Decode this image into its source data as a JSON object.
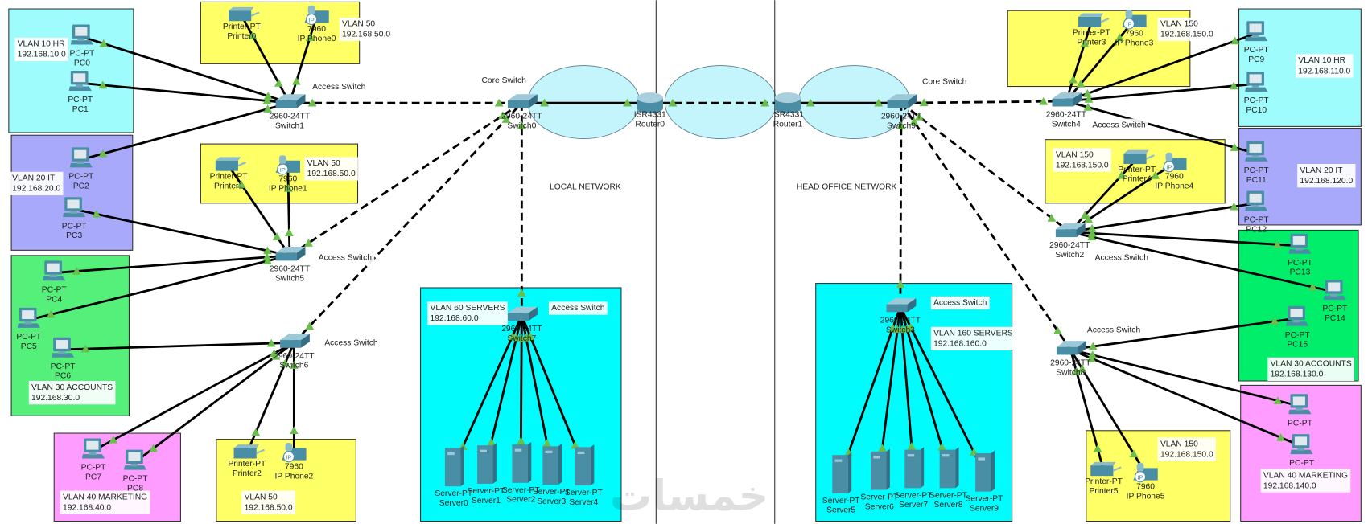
{
  "colors": {
    "hr": "#9ffcfc",
    "it": "#a9a9fc",
    "accounts_left": "#55f07a",
    "accounts_right": "#00ee6a",
    "marketing": "#ff9cff",
    "voice": "#ffff66",
    "servers": "#00fcfc",
    "cloud": "#c4f4fc",
    "device": "#4a8ea6",
    "link_marker": "#6abf4b"
  },
  "watermark": "خمسات",
  "devices": [
    {
      "id": "pc0",
      "type": "pc",
      "model": "PC-PT",
      "name": "PC0"
    },
    {
      "id": "pc1",
      "type": "pc",
      "model": "PC-PT",
      "name": "PC1"
    },
    {
      "id": "pc2",
      "type": "pc",
      "model": "PC-PT",
      "name": "PC2"
    },
    {
      "id": "pc3",
      "type": "pc",
      "model": "PC-PT",
      "name": "PC3"
    },
    {
      "id": "pc4",
      "type": "pc",
      "model": "PC-PT",
      "name": "PC4"
    },
    {
      "id": "pc5",
      "type": "pc",
      "model": "PC-PT",
      "name": "PC5"
    },
    {
      "id": "pc6",
      "type": "pc",
      "model": "PC-PT",
      "name": "PC6"
    },
    {
      "id": "pc7",
      "type": "pc",
      "model": "PC-PT",
      "name": "PC7"
    },
    {
      "id": "pc8",
      "type": "pc",
      "model": "PC-PT",
      "name": "PC8"
    },
    {
      "id": "printer0",
      "type": "printer",
      "model": "Printer-PT",
      "name": "Printer0"
    },
    {
      "id": "phone0",
      "type": "phone",
      "model": "7960",
      "name": "IP Phone0"
    },
    {
      "id": "printer1",
      "type": "printer",
      "model": "Printer-PT",
      "name": "Printer1"
    },
    {
      "id": "phone1",
      "type": "phone",
      "model": "7960",
      "name": "IP Phone1"
    },
    {
      "id": "printer2",
      "type": "printer",
      "model": "Printer-PT",
      "name": "Printer2"
    },
    {
      "id": "phone2",
      "type": "phone",
      "model": "7960",
      "name": "IP Phone2"
    },
    {
      "id": "switch1",
      "type": "switch",
      "model": "2960-24TT",
      "name": "Switch1"
    },
    {
      "id": "switch5",
      "type": "switch",
      "model": "2960-24TT",
      "name": "Switch5"
    },
    {
      "id": "switch6",
      "type": "switch",
      "model": "2960-24TT",
      "name": "Switch6"
    },
    {
      "id": "switch0",
      "type": "switch",
      "model": "2960-24TT",
      "name": "Switch0"
    },
    {
      "id": "switch7",
      "type": "switch",
      "model": "2960-24TT",
      "name": "Switch7"
    },
    {
      "id": "router0",
      "type": "router",
      "model": "ISR4331",
      "name": "Router0"
    },
    {
      "id": "router1",
      "type": "router",
      "model": "ISR4331",
      "name": "Router1"
    },
    {
      "id": "switch9",
      "type": "switch",
      "model": "2960-24TT",
      "name": "Switch9"
    },
    {
      "id": "switch3",
      "type": "switch",
      "model": "2960-24TT",
      "name": "Switch3"
    },
    {
      "id": "switch4",
      "type": "switch",
      "model": "2960-24TT",
      "name": "Switch4"
    },
    {
      "id": "switch2",
      "type": "switch",
      "model": "2960-24TT",
      "name": "Switch2"
    },
    {
      "id": "switch8",
      "type": "switch",
      "model": "2960-24TT",
      "name": "Switch8"
    },
    {
      "id": "server0",
      "type": "server",
      "model": "Server-PT",
      "name": "Server0"
    },
    {
      "id": "server1",
      "type": "server",
      "model": "Server-PT",
      "name": "Server1"
    },
    {
      "id": "server2",
      "type": "server",
      "model": "Server-PT",
      "name": "Server2"
    },
    {
      "id": "server3",
      "type": "server",
      "model": "Server-PT",
      "name": "Server3"
    },
    {
      "id": "server4",
      "type": "server",
      "model": "Server-PT",
      "name": "Server4"
    },
    {
      "id": "server5",
      "type": "server",
      "model": "Server-PT",
      "name": "Server5"
    },
    {
      "id": "server6",
      "type": "server",
      "model": "Server-PT",
      "name": "Server6"
    },
    {
      "id": "server7",
      "type": "server",
      "model": "Server-PT",
      "name": "Server7"
    },
    {
      "id": "server8",
      "type": "server",
      "model": "Server-PT",
      "name": "Server8"
    },
    {
      "id": "server9",
      "type": "server",
      "model": "Server-PT",
      "name": "Server9"
    },
    {
      "id": "printer3",
      "type": "printer",
      "model": "Printer-PT",
      "name": "Printer3"
    },
    {
      "id": "phone3",
      "type": "phone",
      "model": "7960",
      "name": "IP Phone3"
    },
    {
      "id": "printer4",
      "type": "printer",
      "model": "Printer-PT",
      "name": "Printer4"
    },
    {
      "id": "phone4",
      "type": "phone",
      "model": "7960",
      "name": "IP Phone4"
    },
    {
      "id": "printer5",
      "type": "printer",
      "model": "Printer-PT",
      "name": "Printer5"
    },
    {
      "id": "phone5",
      "type": "phone",
      "model": "7960",
      "name": "IP Phone5"
    },
    {
      "id": "pc9",
      "type": "pc",
      "model": "PC-PT",
      "name": "PC9"
    },
    {
      "id": "pc10",
      "type": "pc",
      "model": "PC-PT",
      "name": "PC10"
    },
    {
      "id": "pc11",
      "type": "pc",
      "model": "PC-PT",
      "name": "PC11"
    },
    {
      "id": "pc12",
      "type": "pc",
      "model": "PC-PT",
      "name": "PC12"
    },
    {
      "id": "pc13",
      "type": "pc",
      "model": "PC-PT",
      "name": "PC13"
    },
    {
      "id": "pc14",
      "type": "pc",
      "model": "PC-PT",
      "name": "PC14"
    },
    {
      "id": "pc15",
      "type": "pc",
      "model": "PC-PT",
      "name": "PC15"
    },
    {
      "id": "pc16",
      "type": "pc",
      "model": "PC-PT",
      "name": ""
    },
    {
      "id": "pc17",
      "type": "pc",
      "model": "PC-PT",
      "name": ""
    }
  ],
  "links": [
    {
      "a": "switch1",
      "b": "pc0",
      "style": "solid"
    },
    {
      "a": "switch1",
      "b": "pc1",
      "style": "solid"
    },
    {
      "a": "switch1",
      "b": "pc2",
      "style": "solid"
    },
    {
      "a": "switch1",
      "b": "printer0",
      "style": "solid"
    },
    {
      "a": "switch1",
      "b": "phone0",
      "style": "solid"
    },
    {
      "a": "switch1",
      "b": "switch0",
      "style": "dashed"
    },
    {
      "a": "switch5",
      "b": "pc3",
      "style": "solid"
    },
    {
      "a": "switch5",
      "b": "pc4",
      "style": "solid"
    },
    {
      "a": "switch5",
      "b": "pc5",
      "style": "solid"
    },
    {
      "a": "switch5",
      "b": "printer1",
      "style": "solid"
    },
    {
      "a": "switch5",
      "b": "phone1",
      "style": "solid"
    },
    {
      "a": "switch5",
      "b": "switch0",
      "style": "dashed"
    },
    {
      "a": "switch6",
      "b": "pc6",
      "style": "solid"
    },
    {
      "a": "switch6",
      "b": "pc7",
      "style": "solid"
    },
    {
      "a": "switch6",
      "b": "pc8",
      "style": "solid"
    },
    {
      "a": "switch6",
      "b": "printer2",
      "style": "solid"
    },
    {
      "a": "switch6",
      "b": "phone2",
      "style": "solid"
    },
    {
      "a": "switch6",
      "b": "switch0",
      "style": "dashed"
    },
    {
      "a": "switch0",
      "b": "router0",
      "style": "solid"
    },
    {
      "a": "router0",
      "b": "router1",
      "style": "dashed"
    },
    {
      "a": "router1",
      "b": "switch9",
      "style": "solid"
    },
    {
      "a": "switch0",
      "b": "switch7",
      "style": "dashed"
    },
    {
      "a": "switch7",
      "b": "server0",
      "style": "solid"
    },
    {
      "a": "switch7",
      "b": "server1",
      "style": "solid"
    },
    {
      "a": "switch7",
      "b": "server2",
      "style": "solid"
    },
    {
      "a": "switch7",
      "b": "server3",
      "style": "solid"
    },
    {
      "a": "switch7",
      "b": "server4",
      "style": "solid"
    },
    {
      "a": "switch9",
      "b": "switch4",
      "style": "dashed"
    },
    {
      "a": "switch9",
      "b": "switch2",
      "style": "dashed"
    },
    {
      "a": "switch9",
      "b": "switch8",
      "style": "dashed"
    },
    {
      "a": "switch9",
      "b": "switch3",
      "style": "dashed"
    },
    {
      "a": "switch3",
      "b": "server5",
      "style": "solid"
    },
    {
      "a": "switch3",
      "b": "server6",
      "style": "solid"
    },
    {
      "a": "switch3",
      "b": "server7",
      "style": "solid"
    },
    {
      "a": "switch3",
      "b": "server8",
      "style": "solid"
    },
    {
      "a": "switch3",
      "b": "server9",
      "style": "solid"
    },
    {
      "a": "switch4",
      "b": "printer3",
      "style": "solid"
    },
    {
      "a": "switch4",
      "b": "phone3",
      "style": "solid"
    },
    {
      "a": "switch4",
      "b": "pc9",
      "style": "solid"
    },
    {
      "a": "switch4",
      "b": "pc10",
      "style": "solid"
    },
    {
      "a": "switch4",
      "b": "pc11",
      "style": "solid"
    },
    {
      "a": "switch2",
      "b": "printer4",
      "style": "solid"
    },
    {
      "a": "switch2",
      "b": "phone4",
      "style": "solid"
    },
    {
      "a": "switch2",
      "b": "pc12",
      "style": "solid"
    },
    {
      "a": "switch2",
      "b": "pc13",
      "style": "solid"
    },
    {
      "a": "switch2",
      "b": "pc14",
      "style": "solid"
    },
    {
      "a": "switch8",
      "b": "pc15",
      "style": "solid"
    },
    {
      "a": "switch8",
      "b": "pc16",
      "style": "solid"
    },
    {
      "a": "switch8",
      "b": "pc17",
      "style": "solid"
    },
    {
      "a": "switch8",
      "b": "printer5",
      "style": "solid"
    },
    {
      "a": "switch8",
      "b": "phone5",
      "style": "solid"
    }
  ],
  "notes": [
    [
      "VLAN 10 HR",
      "192.168.10.0"
    ],
    [
      "VLAN 50",
      "192.168.50.0"
    ],
    [
      "Access Switch"
    ],
    [
      "VLAN 20 IT",
      "192.168.20.0"
    ],
    [
      "VLAN 50",
      "192.168.50.0"
    ],
    [
      "Access Switch"
    ],
    [
      "Access Switch"
    ],
    [
      "VLAN 30 ACCOUNTS",
      "192.168.30.0"
    ],
    [
      "VLAN 40 MARKETING",
      "192.168.40.0"
    ],
    [
      "VLAN 50",
      "192.168.50.0"
    ],
    [
      "Core Switch"
    ],
    [
      "LOCAL NETWORK"
    ],
    [
      "VLAN 60 SERVERS",
      "192.168.60.0"
    ],
    [
      "Access Switch"
    ],
    [
      "HEAD OFFICE NETWORK"
    ],
    [
      "Core Switch"
    ],
    [
      "Access Switch"
    ],
    [
      "VLAN 160 SERVERS",
      "192.168.160.0"
    ],
    [
      "VLAN 150",
      "192.168.150.0"
    ],
    [
      "VLAN 10 HR",
      "192.168.110.0"
    ],
    [
      "Access Switch"
    ],
    [
      "VLAN 150",
      "192.168.150.0"
    ],
    [
      "VLAN 20 IT",
      "192.168.120.0"
    ],
    [
      "Access Switch"
    ],
    [
      "Access Switch"
    ],
    [
      "VLAN 30 ACCOUNTS",
      "192.168.130.0"
    ],
    [
      "VLAN 150",
      "192.168.150.0"
    ],
    [
      "VLAN 40 MARKETING",
      "192.168.140.0"
    ]
  ]
}
